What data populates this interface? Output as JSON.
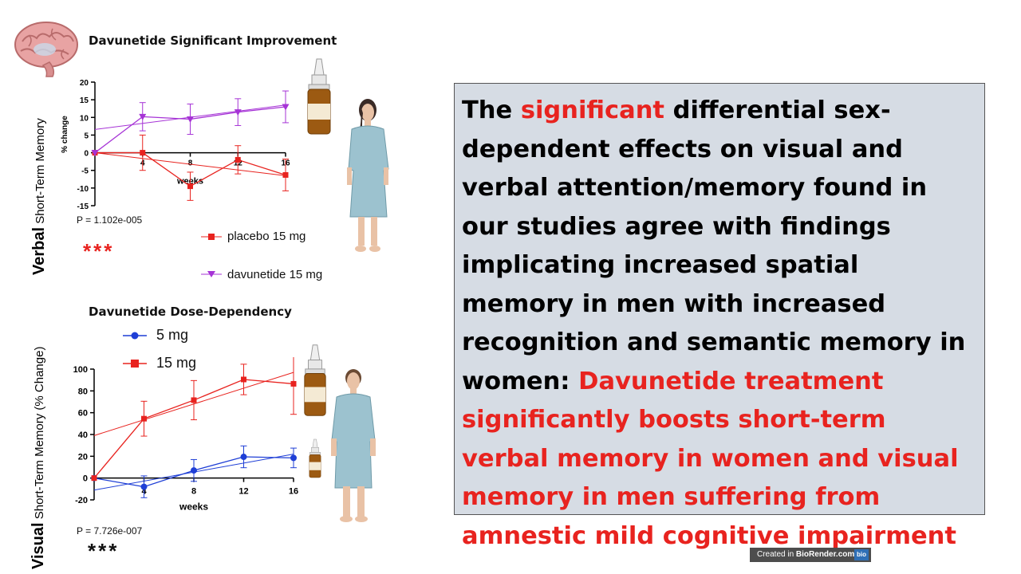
{
  "chart_data": [
    {
      "type": "line",
      "title": "Davunetide Significant Improvement",
      "ylabel": "% change",
      "xlabel": "weeks",
      "side_label_bold": "Verbal",
      "side_label_rest": " Short-Term Memory",
      "x_ticks": [
        "4",
        "8",
        "12",
        "16"
      ],
      "y_ticks": [
        "20",
        "15",
        "10",
        "5",
        "0",
        "-5",
        "-10",
        "-15"
      ],
      "ylim": [
        -15,
        20
      ],
      "xlim": [
        0,
        16
      ],
      "p_value": "P = 1.102e-005",
      "significance": "***",
      "series": [
        {
          "name": "placebo 15 mg",
          "color": "#e8231f",
          "marker": "square",
          "x": [
            0,
            4,
            8,
            12,
            16
          ],
          "y": [
            0,
            0,
            -9.5,
            -2,
            -6.3
          ],
          "err": [
            0,
            5,
            4,
            4,
            4.5
          ],
          "trend": [
            0,
            -6.5
          ]
        },
        {
          "name": "davunetide 15 mg",
          "color": "#a633d6",
          "marker": "triangle",
          "x": [
            0,
            4,
            8,
            12,
            16
          ],
          "y": [
            0,
            10.2,
            9.5,
            11.5,
            13
          ],
          "err": [
            0,
            4,
            4.3,
            3.8,
            4.5
          ],
          "trend": [
            6.6,
            13.5
          ]
        }
      ]
    },
    {
      "type": "line",
      "title": "Davunetide Dose-Dependency",
      "ylabel": "",
      "xlabel": "weeks",
      "side_label_bold": "Visual",
      "side_label_rest": " Short-Term Memory (% Change)",
      "x_ticks": [
        "4",
        "8",
        "12",
        "16"
      ],
      "y_ticks": [
        "100",
        "80",
        "60",
        "40",
        "20",
        "0",
        "-20"
      ],
      "ylim": [
        -20,
        100
      ],
      "xlim": [
        0,
        16
      ],
      "p_value": "P = 7.726e-007",
      "significance": "***",
      "series": [
        {
          "name": "5 mg",
          "color": "#1f3fd6",
          "marker": "circle",
          "x": [
            0,
            4,
            8,
            12,
            16
          ],
          "y": [
            0,
            -8,
            7,
            19.5,
            18.5
          ],
          "err": [
            0,
            10,
            10,
            10,
            9
          ],
          "trend": [
            -11,
            22
          ]
        },
        {
          "name": "15 mg",
          "color": "#e8231f",
          "marker": "square",
          "x": [
            0,
            4,
            8,
            12,
            16
          ],
          "y": [
            0,
            54.5,
            71.5,
            90.5,
            86.5
          ],
          "err": [
            0,
            16,
            18,
            14,
            28
          ],
          "trend": [
            39,
            97
          ]
        }
      ]
    }
  ],
  "text_box": {
    "part1": "The ",
    "part2": "significant",
    "part3": " differential sex-dependent effects on visual and verbal attention/memory found in our studies agree with findings implicating increased spatial memory in men with increased recognition and semantic memory in women: ",
    "part4": "Davunetide treatment significantly boosts short-term verbal memory in women and visual memory in men suffering from amnestic mild cognitive impairment"
  },
  "colors": {
    "accent_red": "#e8231f",
    "box_bg": "#d6dce4",
    "purple": "#a633d6",
    "blue": "#1f3fd6"
  },
  "icons": [
    "brain-icon",
    "nasal-spray-icon",
    "woman-patient-icon",
    "man-patient-icon"
  ],
  "watermark": {
    "prefix": "Created in ",
    "brand": "BioRender.com",
    "logo": "bio"
  }
}
